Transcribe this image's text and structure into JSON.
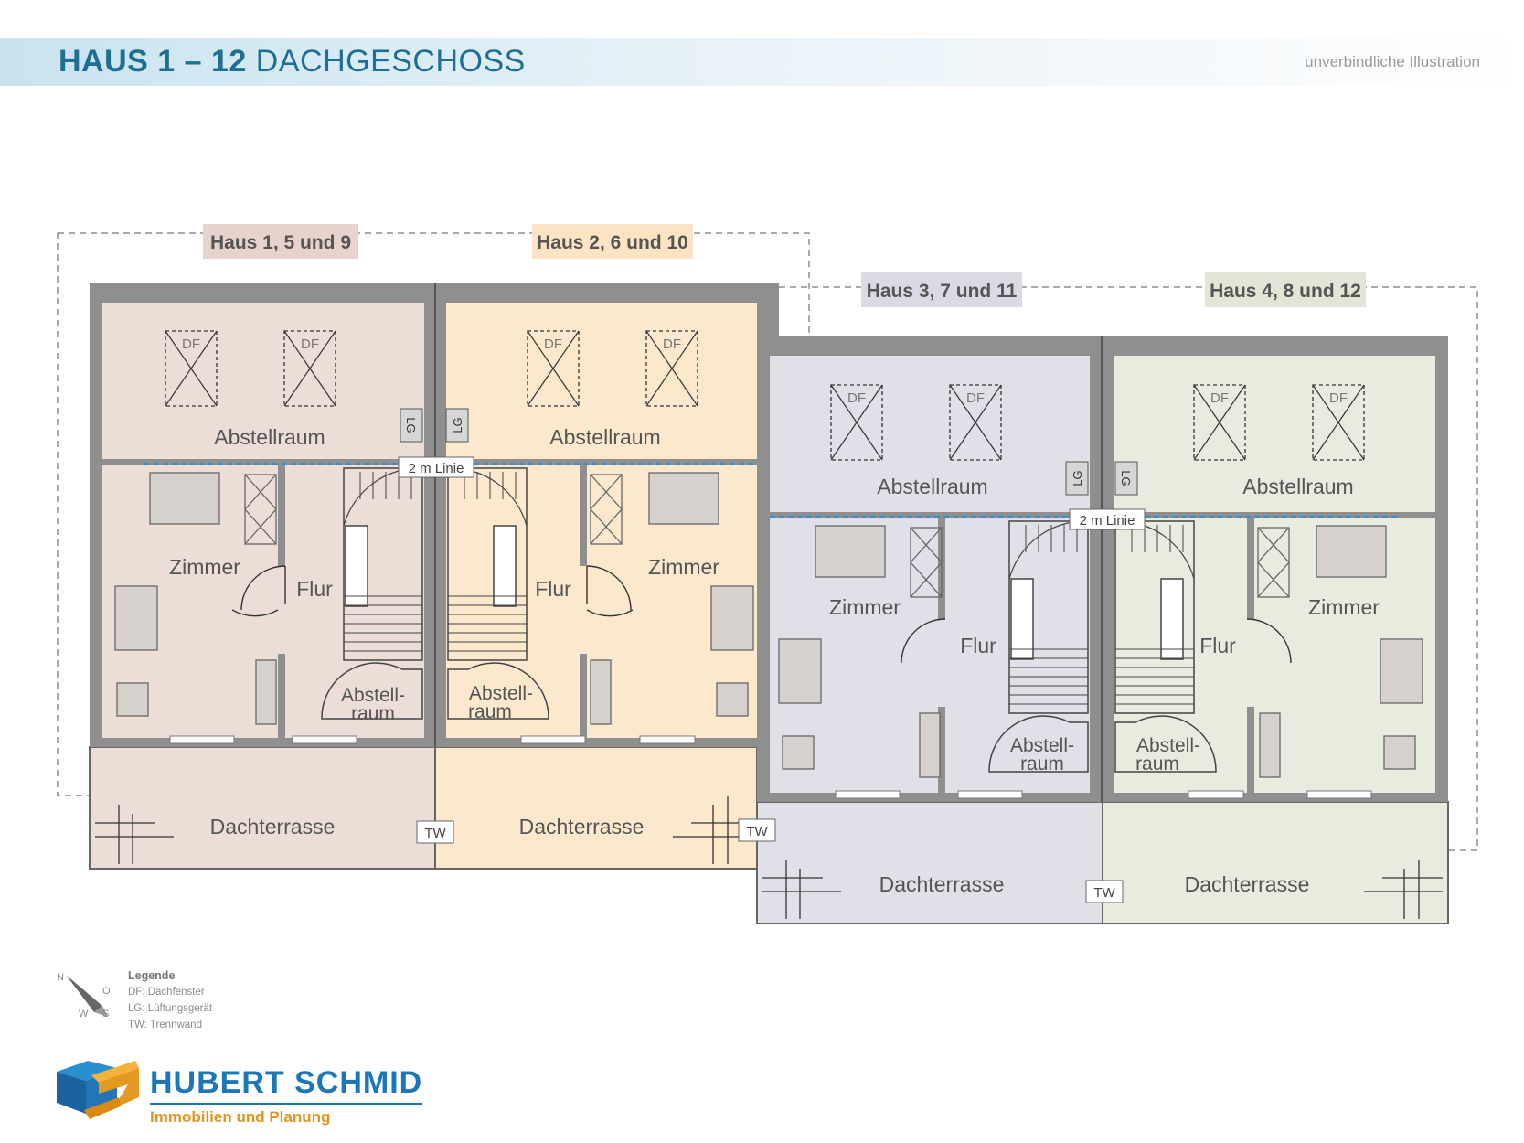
{
  "header": {
    "title_bold": "HAUS 1 – 12",
    "title_rest": "DACHGESCHOSS",
    "disclaimer": "unverbindliche Illustration"
  },
  "houses": [
    {
      "label": "Haus 1, 5 und 9",
      "color": "#ecddd6"
    },
    {
      "label": "Haus 2, 6 und 10",
      "color": "#fce8cc"
    },
    {
      "label": "Haus 3, 7 und 11",
      "color": "#e1dfe8"
    },
    {
      "label": "Haus 4, 8 und 12",
      "color": "#e8ecde"
    }
  ],
  "rooms": {
    "abstellraum": "Abstellraum",
    "zimmer": "Zimmer",
    "flur": "Flur",
    "abstell_1": "Abstell-",
    "abstell_2": "raum",
    "dachterrasse": "Dachterrasse"
  },
  "marks": {
    "df": "DF",
    "lg": "LG",
    "tw": "TW",
    "line_2m": "2 m Linie"
  },
  "compass": {
    "n": "N",
    "o": "O",
    "s": "S",
    "w": "W"
  },
  "legend": {
    "title": "Legende",
    "items": [
      "DF:  Dachfenster",
      "LG: Lüftungsgerät",
      "TW: Trennwand"
    ]
  },
  "logo": {
    "name": "HUBERT SCHMID",
    "tagline": "Immobilien und Planung"
  },
  "colors": {
    "wall": "#8f8f8f",
    "wall_inner": "#555555",
    "title": "#1d6f94",
    "brand": "#1b77b5",
    "tagline": "#e0951e"
  }
}
